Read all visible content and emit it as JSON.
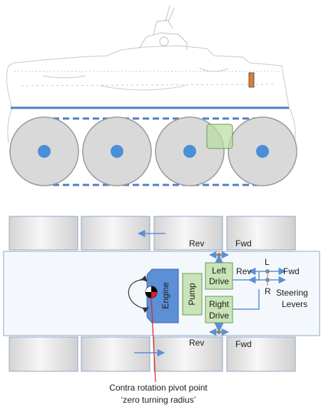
{
  "labels": {
    "rev_top": "Rev",
    "fwd_top": "Fwd",
    "rev_mid": "Rev",
    "lever_l": "L",
    "fwd_mid": "Fwd",
    "lever_r": "R",
    "steering_line1": "Steering",
    "steering_line2": "Levers",
    "rev_bottom": "Rev",
    "fwd_bottom": "Fwd",
    "engine": "Engine",
    "pump": "Pump",
    "left_drive_line1": "Left",
    "left_drive_line2": "Drive",
    "right_drive_line1": "Right",
    "right_drive_line2": "Drive",
    "pivot_caption_line1": "Contra rotation pivot point",
    "pivot_caption_line2": "‘zero turning radius’"
  },
  "colors": {
    "wheel_fill": "#d9d9d9",
    "wheel_stroke": "#9a9a9a",
    "hub_fill": "#4a8fd8",
    "track_dash": "#4a7fc8",
    "engine_fill": "#5b8fd6",
    "drive_fill": "#c9e4b8",
    "drive_stroke": "#6a9a50",
    "arrow_blue": "#5b8fd6",
    "pivot_red": "#e02020",
    "hull_fill": "#f4f8fc",
    "hull_stroke": "#8fa8c8"
  },
  "icons": {
    "pivot_marker": "quartered-circle-target-icon",
    "rotation": "curved-rotation-arrow-icon"
  }
}
